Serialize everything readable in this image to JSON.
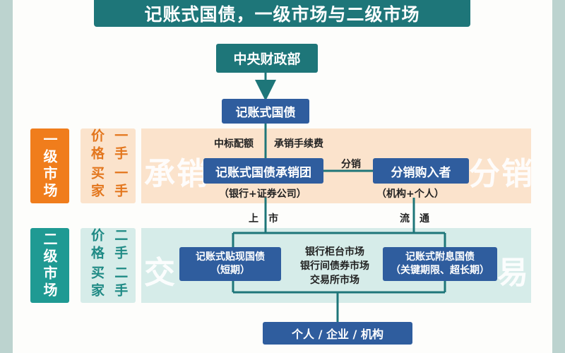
{
  "title": "记账式国债，一级市场与二级市场",
  "nodes": {
    "ministry": "中央财政部",
    "bond": "记账式国债",
    "syndicate": "记账式国债承销团",
    "syndicate_note": "（银行+证券公司）",
    "distribution": "分销购入者",
    "distribution_note": "（机构+个人）",
    "discount_bond": "记账式贴现国债\n（短期）",
    "interest_bond": "记账式附息国债\n（关键期限、超长期）",
    "markets": "银行柜台市场\n银行间债券市场\n交易所市场",
    "end_users": "个人 / 企业 / 机构"
  },
  "edge_labels": {
    "bid_quota": "中标配额",
    "fee": "承销手续费",
    "distribute": "分销",
    "listing": "上　市",
    "circulation": "流　通"
  },
  "primary": {
    "label": "一级市场",
    "sub_left": "一手买家",
    "sub_right": "一手价格",
    "watermark_left": "承销",
    "watermark_right": "分销"
  },
  "secondary": {
    "label": "二级市场",
    "sub_left": "二手买家",
    "sub_right": "二手价格",
    "watermark_left": "交",
    "watermark_right": "易"
  },
  "colors": {
    "teal": "#1e7679",
    "blue": "#2f5d9e",
    "orange": "#f07d1c",
    "orange_light": "#fbe3cc",
    "teal_light": "#d6ece9"
  }
}
